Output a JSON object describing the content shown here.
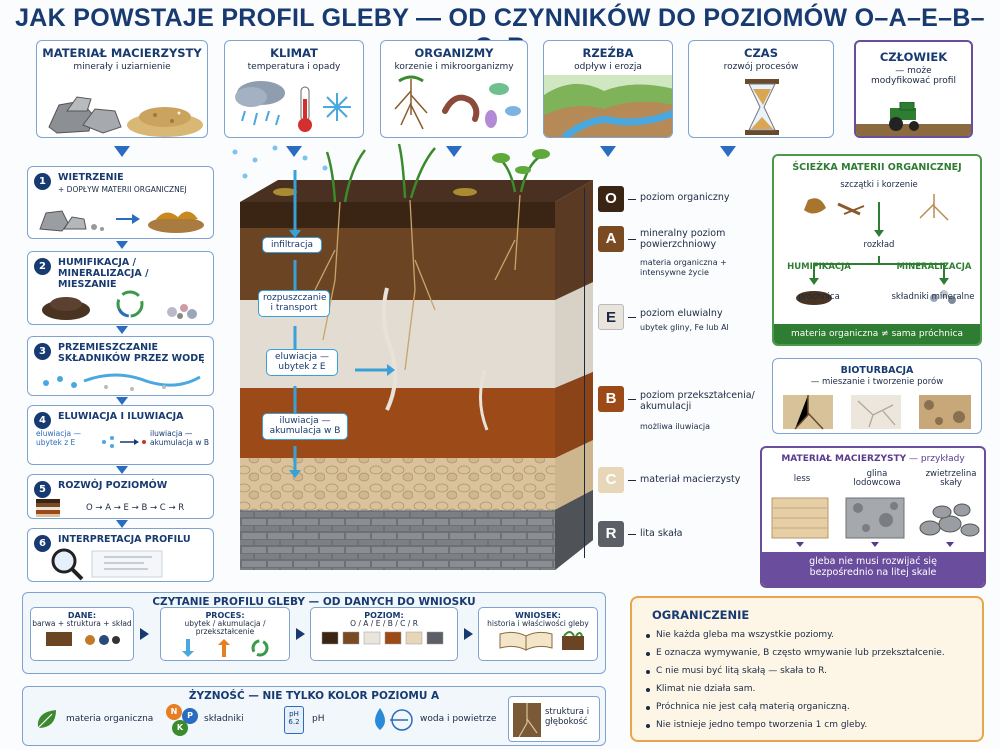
{
  "title": "JAK POWSTAJE PROFIL GLEBY — OD CZYNNIKÓW DO POZIOMÓW O–A–E–B–C–R",
  "factors": [
    {
      "title": "MATERIAŁ MACIERZYSTY",
      "sub": "minerały i uziarnienie",
      "icon": "rocks-sand-icon"
    },
    {
      "title": "KLIMAT",
      "sub": "temperatura i opady",
      "icon": "cloud-thermometer-snow-icon"
    },
    {
      "title": "ORGANIZMY",
      "sub": "korzenie i mikroorganizmy",
      "icon": "roots-worm-microbe-icon"
    },
    {
      "title": "RZEŹBA",
      "sub": "odpływ i erozja",
      "icon": "valley-river-icon"
    },
    {
      "title": "CZAS",
      "sub": "rozwój procesów",
      "icon": "hourglass-icon"
    },
    {
      "title": "CZŁOWIEK",
      "sub": "— może modyfikować profil",
      "icon": "tractor-icon"
    }
  ],
  "steps": [
    {
      "num": "1",
      "title": "WIETRZENIE",
      "sub": "+ DOPŁYW MATERII ORGANICZNEJ"
    },
    {
      "num": "2",
      "title": "HUMIFIKACJA / MINERALIZACJA / MIESZANIE",
      "sub": ""
    },
    {
      "num": "3",
      "title": "PRZEMIESZCZANIE SKŁADNIKÓW PRZEZ WODĘ",
      "sub": ""
    },
    {
      "num": "4",
      "title": "ELUWIACJA I ILUWIACJA",
      "sub": ""
    },
    {
      "num": "5",
      "title": "ROZWÓJ POZIOMÓW",
      "sub": ""
    },
    {
      "num": "6",
      "title": "INTERPRETACJA PROFILU",
      "sub": ""
    }
  ],
  "step4": {
    "left": "eluwiacja — ubytek z E",
    "right": "iluwiacja — akumulacja w B"
  },
  "step5_sequence": "O → A → E → B → C → R",
  "processes": [
    "infiltracja",
    "rozpuszczanie i transport",
    "eluwiacja — ubytek z E",
    "iluwiacja — akumulacja w B"
  ],
  "horizons": [
    {
      "letter": "O",
      "color": "#3a2414",
      "name": "poziom organiczny",
      "desc": ""
    },
    {
      "letter": "A",
      "color": "#7a4a22",
      "name": "mineralny poziom powierzchniowy",
      "desc": "materia organiczna + intensywne życie"
    },
    {
      "letter": "E",
      "color": "#e9e4dc",
      "name": "poziom eluwialny",
      "desc": "ubytek gliny, Fe lub Al"
    },
    {
      "letter": "B",
      "color": "#9b4a18",
      "name": "poziom przekształcenia/ akumulacji",
      "desc": "możliwa iluwiacja"
    },
    {
      "letter": "C",
      "color": "#e8d6b8",
      "name": "materiał macierzysty",
      "desc": ""
    },
    {
      "letter": "R",
      "color": "#5c6066",
      "name": "lita skała",
      "desc": ""
    }
  ],
  "organic": {
    "title": "ŚCIEŻKA MATERII ORGANICZNEJ",
    "top": "szczątki i korzenie",
    "mid": "rozkład",
    "left_h": "HUMIFIKACJA",
    "left_s": "próchnica",
    "right_h": "MINERALIZACJA",
    "right_s": "składniki mineralne",
    "footer": "materia organiczna ≠ sama próchnica"
  },
  "bioturbation": {
    "title": "BIOTURBACJA",
    "sub": "— mieszanie i tworzenie porów"
  },
  "parent": {
    "title": "MATERIAŁ MACIERZYSTY",
    "title_suffix": "— przykłady",
    "items": [
      "less",
      "glina lodowcowa",
      "zwietrzelina skały"
    ],
    "footer": "gleba nie musi rozwijać się bezpośrednio na litej skale"
  },
  "reading": {
    "title": "CZYTANIE PROFILU GLEBY — OD DANYCH DO WNIOSKU",
    "dane_h": "DANE:",
    "dane_s": "barwa + struktura + skład",
    "proces_h": "PROCES:",
    "proces_s": "ubytek / akumulacja / przekształcenie",
    "poziom_h": "POZIOM:",
    "poziom_s": "O / A / E / B / C / R",
    "wniosek_h": "WNIOSEK:",
    "wniosek_s": "historia i właściwości gleby"
  },
  "fertility": {
    "title": "ŻYZNOŚĆ — NIE TYLKO KOLOR POZIOMU A",
    "items": [
      "materia organiczna",
      "składniki",
      "pH",
      "woda i powietrze",
      "struktura i głębokość"
    ],
    "npk": [
      "N",
      "P",
      "K"
    ],
    "ph_value": "pH 6.2"
  },
  "limitation": {
    "title": "OGRANICZENIE",
    "items": [
      "Nie każda gleba ma wszystkie poziomy.",
      "E oznacza wymywanie, B często wmywanie lub przekształcenie.",
      "C nie musi być litą skałą — skała to R.",
      "Klimat nie działa sam.",
      "Próchnica nie jest całą materią organiczną.",
      "Nie istnieje jedno tempo tworzenia 1 cm gleby."
    ]
  },
  "colors": {
    "navy": "#173a70",
    "blue": "#2a6cc0",
    "green": "#2e7d32",
    "purple": "#5b3a8c",
    "orange_border": "#e8a54b"
  }
}
